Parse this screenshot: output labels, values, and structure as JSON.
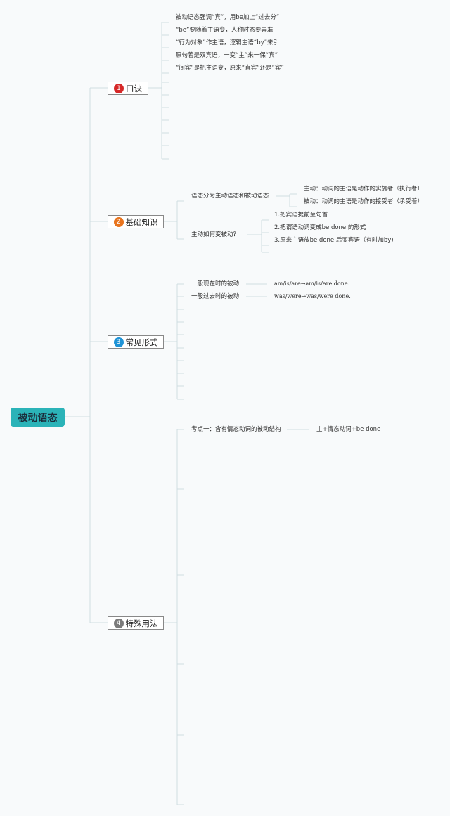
{
  "root": {
    "label": "被动语态"
  },
  "branches": [
    {
      "id": "b1",
      "number": "1",
      "label": "口诀",
      "badge_color": "#d62828"
    },
    {
      "id": "b2",
      "number": "2",
      "label": "基础知识",
      "badge_color": "#e8741e"
    },
    {
      "id": "b3",
      "number": "3",
      "label": "常见形式",
      "badge_color": "#1f93d6"
    },
    {
      "id": "b4",
      "number": "4",
      "label": "特殊用法",
      "badge_color": "#7a7a7a"
    }
  ],
  "koujue": [
    "被动语态强调“宾”，用be加上“过去分”",
    "“be”要随着主语变，人称时态要弄准",
    "“行为对象”作主语，逻辑主语“by”来引",
    "原句若是双宾语，一变“主”来一保“宾”",
    "“间宾”是把主语变，原来“直宾”还是“宾”"
  ],
  "jichu": {
    "topic1": {
      "label": "语态分为主动语态和被动语态",
      "children": [
        "主动：动词的主语是动作的实施者（执行者）",
        "被动：动词的主语是动作的接受者（承受着）"
      ]
    },
    "topic2": {
      "label": "主动如何变被动？",
      "children": [
        "1.把宾语提前至句首",
        "2.把谓语动词变成be done 的形式",
        "3.原来主语放be done 后变宾语（有时加by)"
      ]
    }
  },
  "xingshi": [
    {
      "label": "一般现在时的被动",
      "form": "am/is/are→am/is/are done."
    },
    {
      "label": "一般过去时的被动",
      "form": "was/were→was/were done."
    }
  ],
  "teshu": {
    "label": "考点一：含有情态动词的被动结构",
    "form": "主+情态动词+be done"
  },
  "colors": {
    "root": "#2bb3b8",
    "line": "#cfdde2"
  }
}
